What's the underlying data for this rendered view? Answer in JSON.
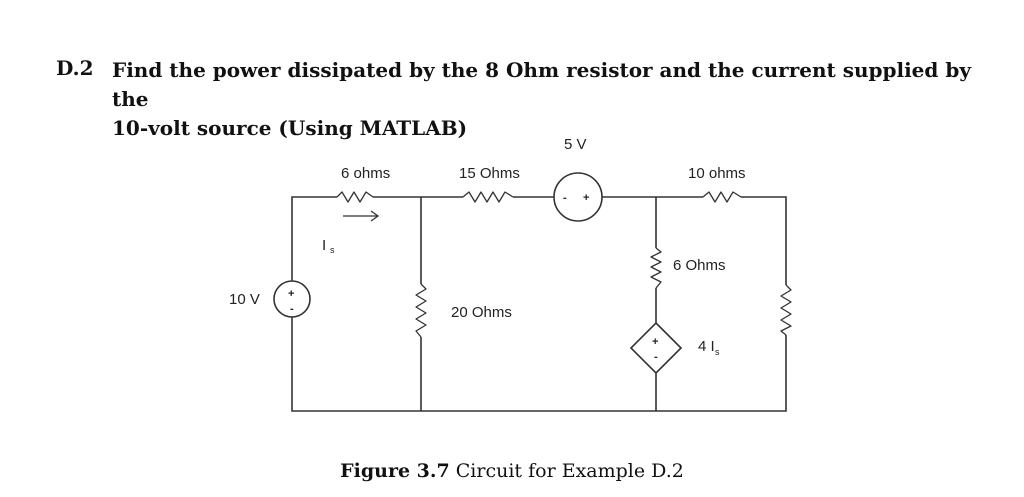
{
  "problem": {
    "number": "D.2",
    "line1": "Find the power dissipated by the 8 Ohm resistor and the current supplied by the",
    "line2": "10-volt source (Using MATLAB)"
  },
  "circuit": {
    "source_10v_label": "10 V",
    "source_10v_plus": "+",
    "source_10v_minus": "-",
    "r1_label": "6 ohms",
    "is_main": "I",
    "is_sub": "s",
    "r2_label": "15 Ohms",
    "r3_label": "20 Ohms",
    "source_5v_label": "5 V",
    "source_5v_minus": "-",
    "source_5v_plus": "+",
    "r4_label": "10 ohms",
    "r5_label": "6 Ohms",
    "dep_plus": "+",
    "dep_minus": "-",
    "dep_label_main": "4 I",
    "dep_label_sub": "s"
  },
  "caption": {
    "bold": "Figure 3.7",
    "text": " Circuit for Example D.2"
  }
}
